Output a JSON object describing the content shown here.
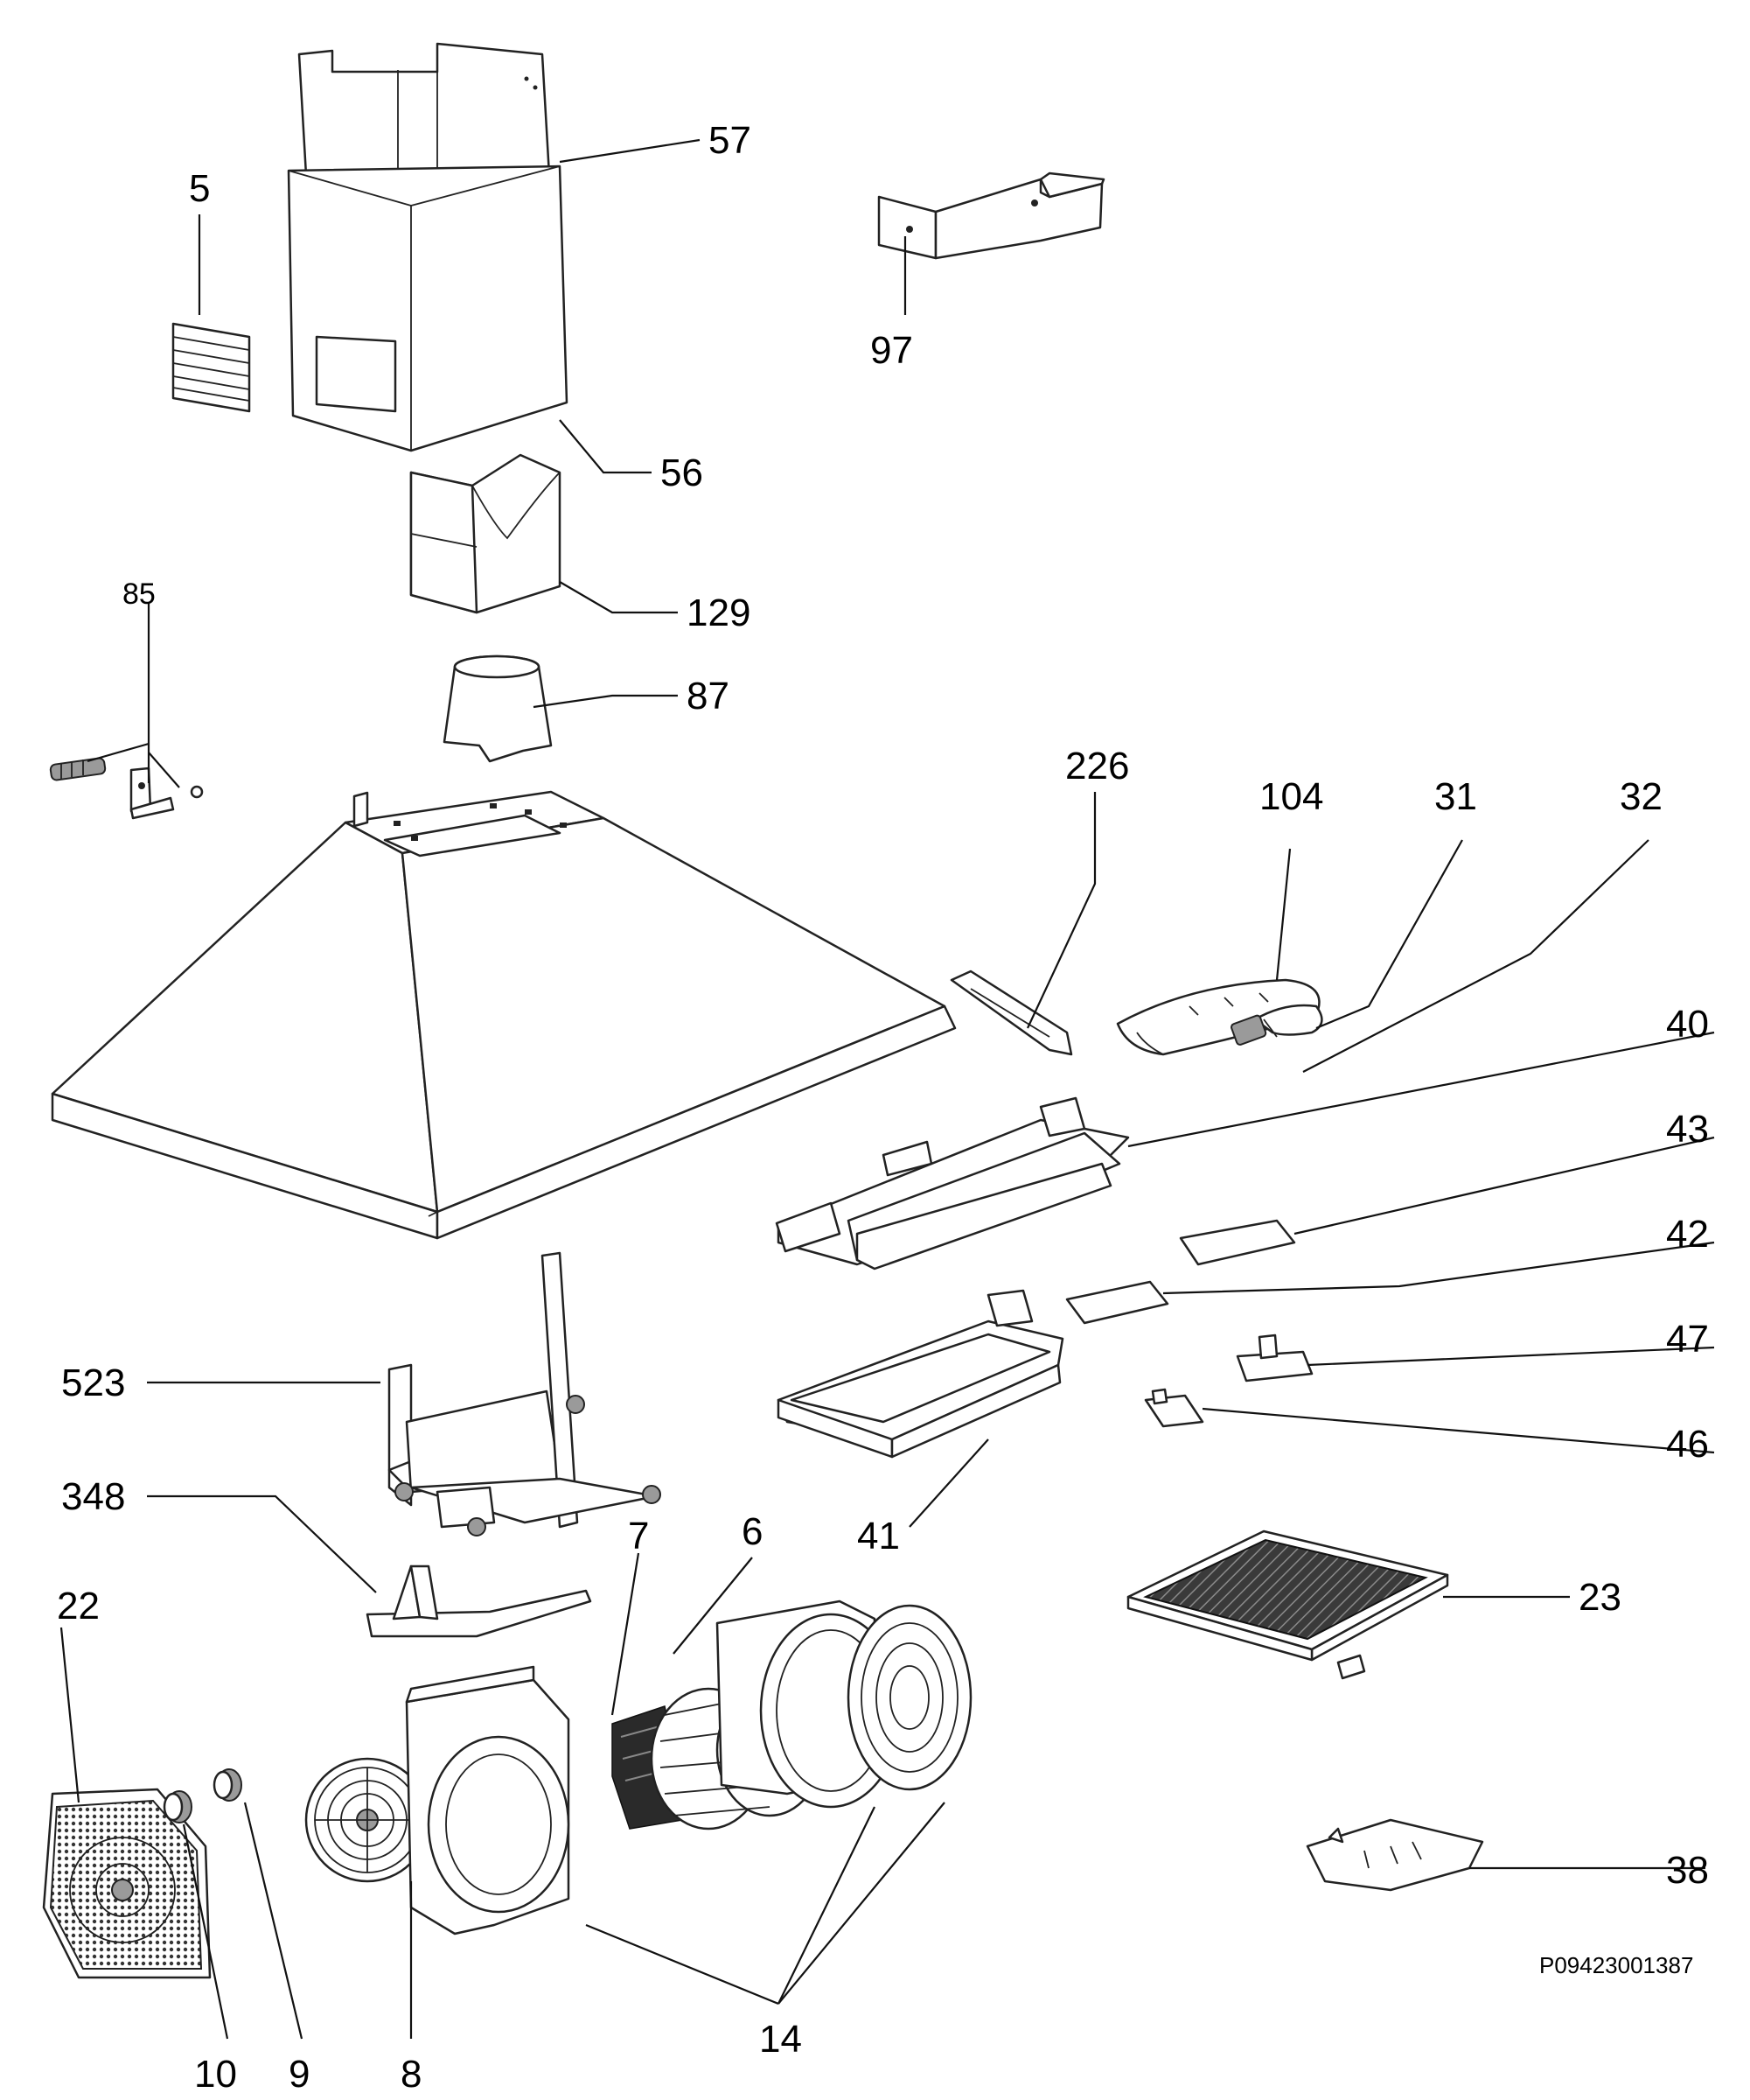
{
  "labels": {
    "p57": "57",
    "p5": "5",
    "p97": "97",
    "p56": "56",
    "p129": "129",
    "p85": "85",
    "p87": "87",
    "p226": "226",
    "p104": "104",
    "p31": "31",
    "p32": "32",
    "p40": "40",
    "p43": "43",
    "p42": "42",
    "p47": "47",
    "p523": "523",
    "p46": "46",
    "p348": "348",
    "p7": "7",
    "p6": "6",
    "p41": "41",
    "p22": "22",
    "p23": "23",
    "p38": "38",
    "p10": "10",
    "p9": "9",
    "p8": "8",
    "p14": "14"
  },
  "document_code": "P09423001387",
  "colors": {
    "line": "#222222",
    "mesh": "#555555",
    "background": "#ffffff"
  }
}
